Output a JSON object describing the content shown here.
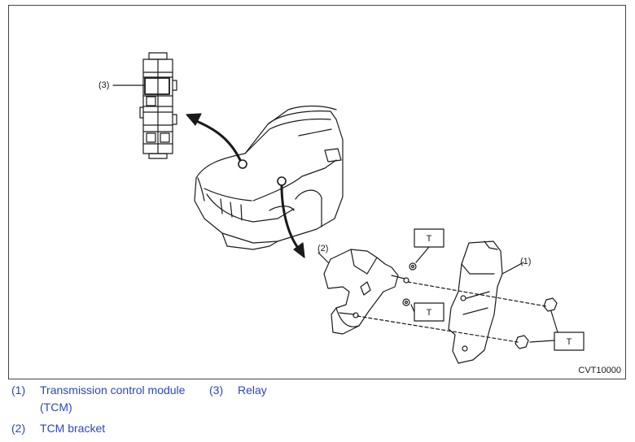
{
  "figure": {
    "code": "CVT10000",
    "callouts": {
      "relay": "(3)",
      "tcm_bracket": "(2)",
      "tcm": "(1)"
    },
    "torque_labels": [
      "T",
      "T",
      "T"
    ]
  },
  "legend": {
    "items": [
      {
        "num": "(1)",
        "text": "Transmission control module",
        "text2": "(TCM)"
      },
      {
        "num": "(3)",
        "text": "Relay"
      },
      {
        "num": "(2)",
        "text": "TCM bracket"
      }
    ]
  },
  "colors": {
    "legend_text": "#2a45c8",
    "line": "#1a1a1a"
  }
}
